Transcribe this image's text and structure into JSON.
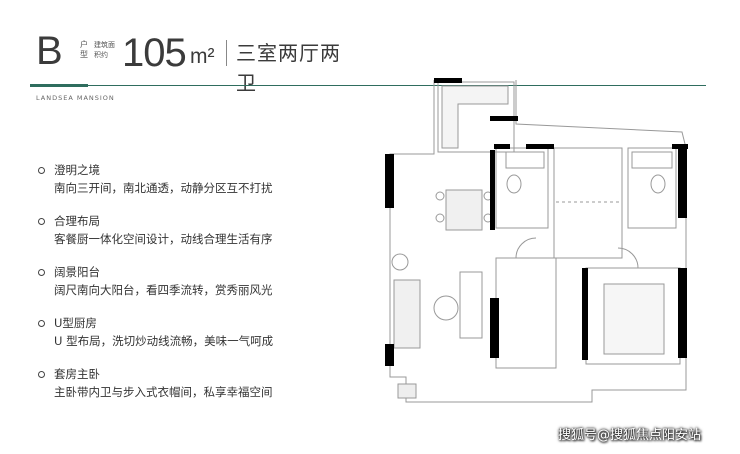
{
  "header": {
    "unit_letter": "B",
    "unit_type_label": "户型",
    "area_label": "建筑面积约",
    "area_value": "105",
    "area_unit": "m²",
    "room_layout": "三室两厅两卫"
  },
  "brand": "LANDSEA MANSION",
  "features": [
    {
      "title": "澄明之境",
      "desc": "南向三开间，南北通透，动静分区互不打扰"
    },
    {
      "title": "合理布局",
      "desc": "客餐厨一体化空间设计，动线合理生活有序"
    },
    {
      "title": "阔景阳台",
      "desc": "阔尺南向大阳台，看四季流转，赏秀丽风光"
    },
    {
      "title": "U型厨房",
      "desc": "U 型布局，洗切炒动线流畅，美味一气呵成"
    },
    {
      "title": "套房主卧",
      "desc": "主卧带内卫与步入式衣帽间，私享幸福空间"
    }
  ],
  "watermark": "搜狐号@搜狐焦点阳安站",
  "colors": {
    "accent": "#2f6d5e",
    "text": "#333333",
    "wall": "#000000"
  }
}
